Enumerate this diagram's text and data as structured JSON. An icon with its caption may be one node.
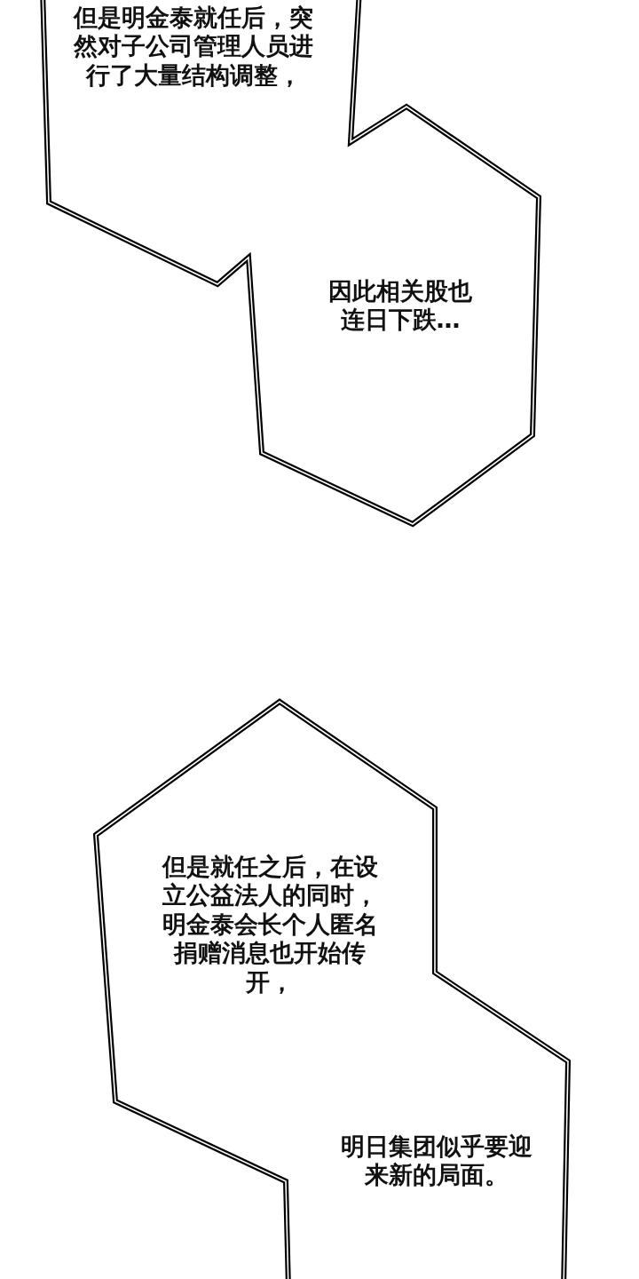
{
  "diagram": {
    "nodes": [
      {
        "text": [
          "但是明金泰就任后，突然对子公司管理人员进行了大量结构调整，",
          "因此相关股也连日下跌…"
        ]
      },
      {
        "text": [
          "但是就任之后，在设立公益法人的同时，明金泰会长个人匿名捐赠消息也开始传开，",
          "明日集团似乎要迎来新的局面。"
        ]
      }
    ]
  }
}
